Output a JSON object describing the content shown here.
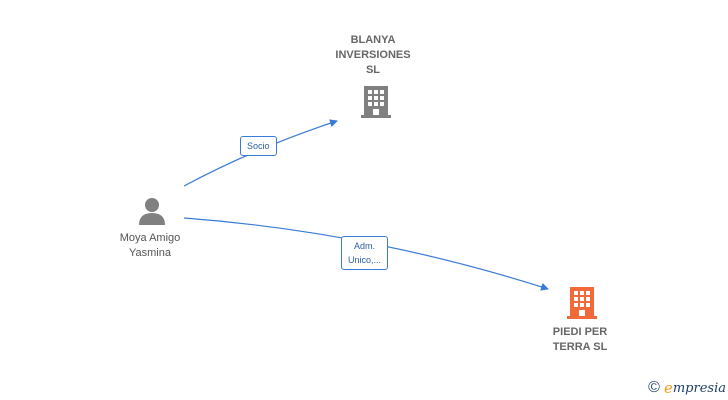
{
  "nodes": {
    "person": {
      "label": "Moya Amigo\nYasmina",
      "color": "#808080"
    },
    "company_top": {
      "label": "BLANYA\nINVERSIONES\nSL",
      "color": "#808080"
    },
    "company_bottom": {
      "label": "PIEDI PER\nTERRA  SL",
      "color": "#f26a3a"
    }
  },
  "edges": {
    "socio": {
      "label": "Socio",
      "color": "#3a7bd5"
    },
    "adm": {
      "label": "Adm.\nUnico,...",
      "color": "#3a7bd5"
    }
  },
  "watermark": {
    "copyright": "©",
    "brand_initial": "e",
    "brand_rest": "mpresia"
  }
}
